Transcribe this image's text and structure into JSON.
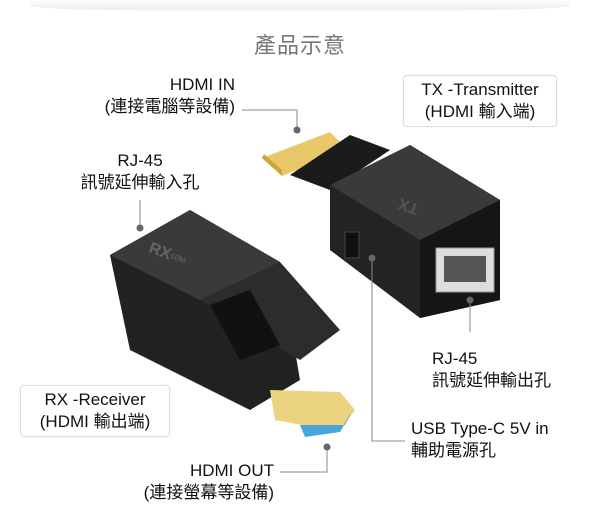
{
  "title": "產品示意",
  "callouts": {
    "hdmi_in": {
      "line1": "HDMI IN",
      "line2": "(連接電腦等設備)"
    },
    "rj45_in": {
      "line1": "RJ-45",
      "line2": "訊號延伸輸入孔"
    },
    "tx": {
      "line1": "TX -Transmitter",
      "line2": "(HDMI 輸入端)"
    },
    "rj45_out": {
      "line1": "RJ-45",
      "line2": "訊號延伸輸出孔"
    },
    "rx": {
      "line1": "RX -Receiver",
      "line2": "(HDMI 輸出端)"
    },
    "usb": {
      "line1": "USB Type-C 5V in",
      "line2": "輔助電源孔"
    },
    "hdmi_out": {
      "line1": "HDMI OUT",
      "line2": "(連接螢幕等設備)"
    }
  },
  "device_marks": {
    "rx": "RX",
    "tx": "TX",
    "sub": "60M"
  }
}
